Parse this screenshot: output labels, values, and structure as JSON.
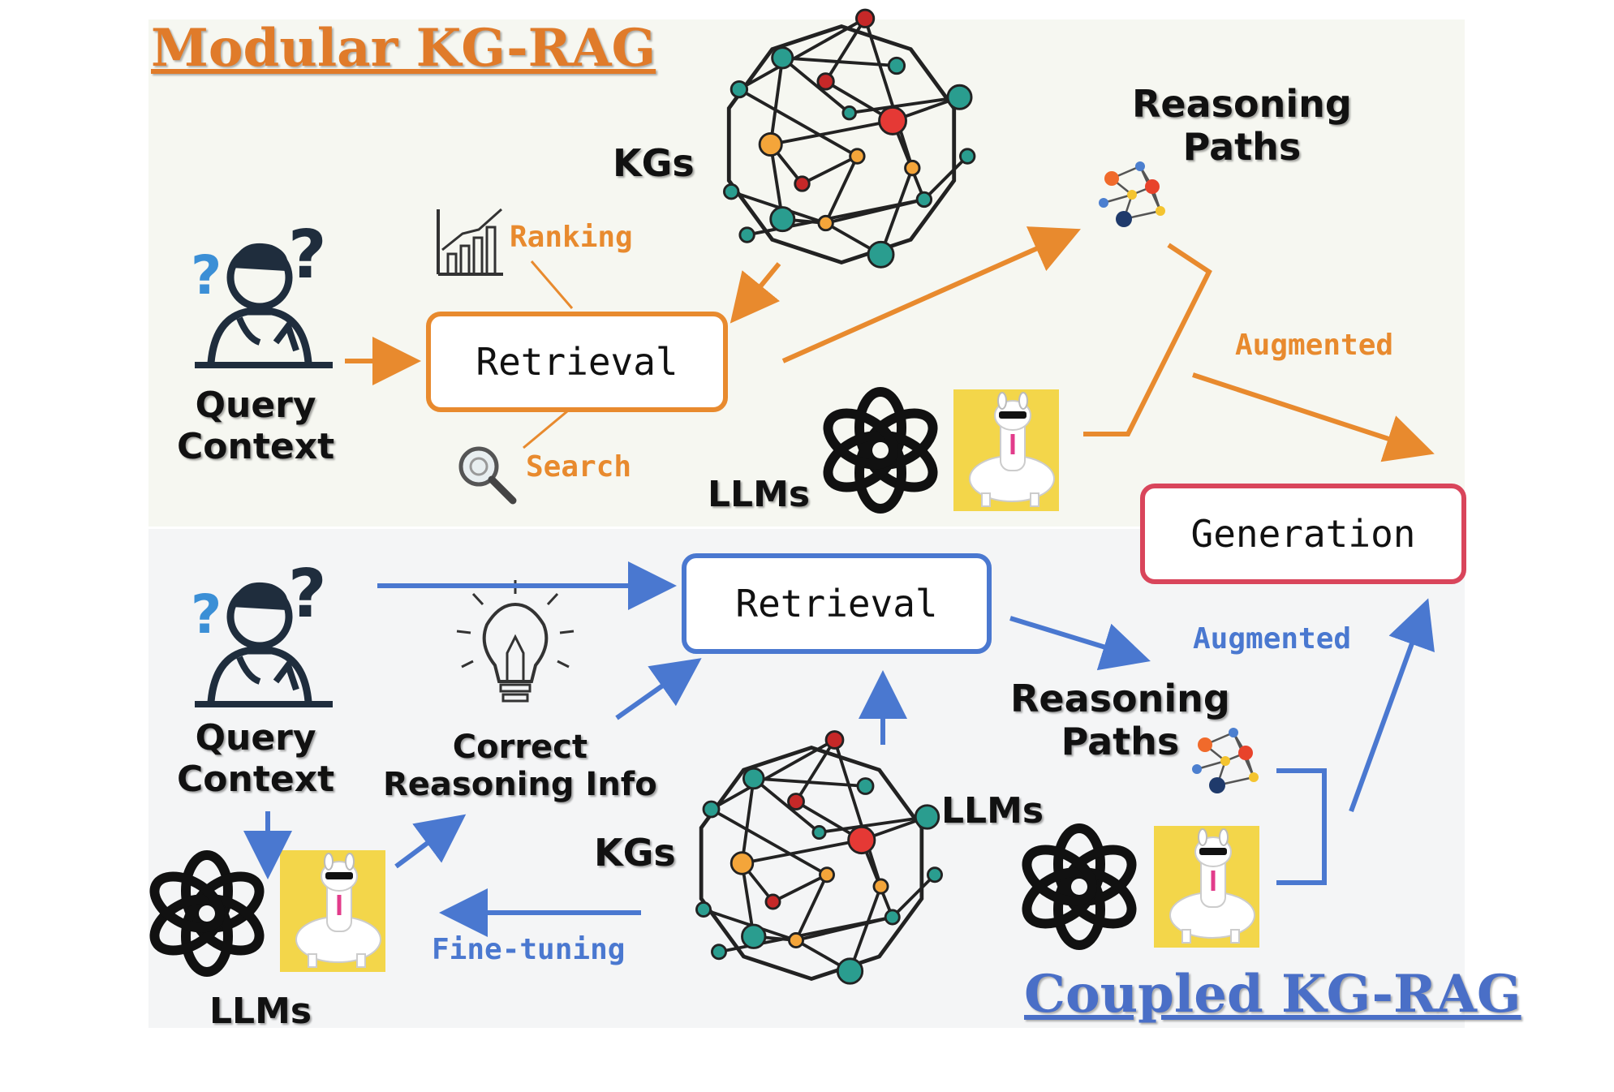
{
  "modular": {
    "title": "Modular KG-RAG",
    "title_color": "#E07B2A",
    "kgs_label": "KGs",
    "reasoning_paths_label": "Reasoning\nPaths",
    "ranking_label": "Ranking",
    "search_label": "Search",
    "retrieval_label": "Retrieval",
    "query_context_label": "Query\nContext",
    "augmented_label": "Augmented",
    "llms_label": "LLMs",
    "accent": "#E88A2E"
  },
  "generation_label": "Generation",
  "generation_color": "#D9455B",
  "coupled": {
    "title": "Coupled KG-RAG",
    "title_color": "#4A6FC7",
    "retrieval_label": "Retrieval",
    "augmented_label": "Augmented",
    "reasoning_paths_label": "Reasoning\nPaths",
    "query_context_label": "Query\nContext",
    "correct_reasoning_label": "Correct\nReasoning Info",
    "kgs_label": "KGs",
    "llms_label_right": "LLMs",
    "llms_label_left": "LLMs",
    "finetuning_label": "Fine-tuning",
    "accent": "#4A78D0"
  },
  "icons": [
    "person-question-icon",
    "bar-chart-icon",
    "magnifier-icon",
    "knowledge-graph-icon",
    "mini-graph-icon",
    "openai-logo-icon",
    "llama-icon",
    "lightbulb-icon"
  ]
}
